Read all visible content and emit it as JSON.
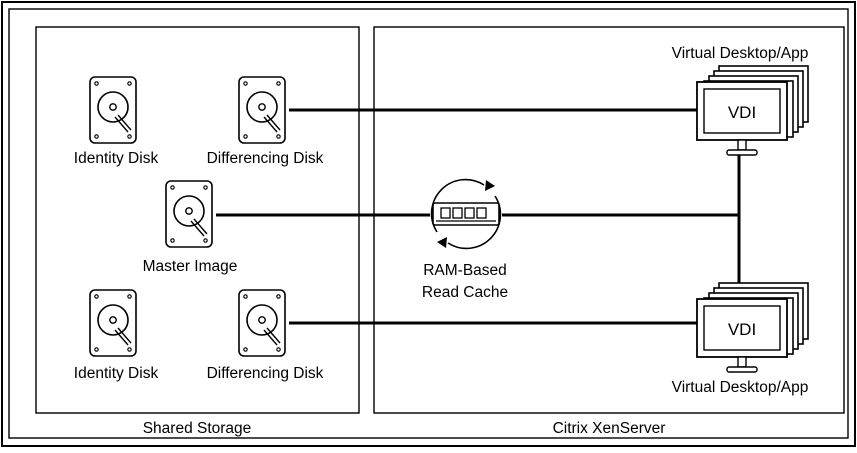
{
  "diagram": {
    "panels": {
      "storage_caption": "Shared Storage",
      "server_caption": "Citrix XenServer"
    },
    "disks": {
      "identity_top": "Identity Disk",
      "differencing_top": "Differencing Disk",
      "master": "Master Image",
      "identity_bottom": "Identity Disk",
      "differencing_bottom": "Differencing Disk"
    },
    "cache": {
      "line1": "RAM-Based",
      "line2": "Read Cache"
    },
    "desktops": {
      "top_label": "Virtual Desktop/App",
      "top_screen": "VDI",
      "bottom_label": "Virtual Desktop/App",
      "bottom_screen": "VDI"
    }
  }
}
